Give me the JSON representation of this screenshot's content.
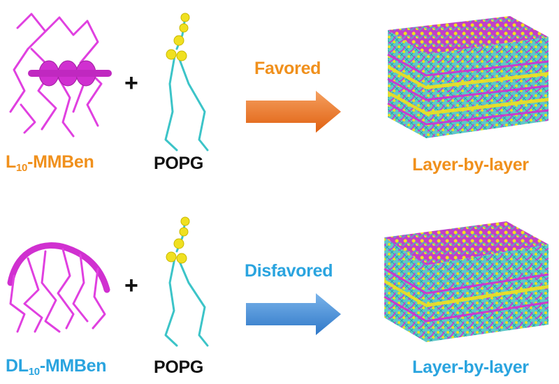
{
  "row1": {
    "peptide": {
      "prefix": "L",
      "subscript": "10",
      "suffix": "-MMBen"
    },
    "plus": "+",
    "lipid": "POPG",
    "arrow_label": "Favored",
    "result": "Layer-by-layer"
  },
  "row2": {
    "peptide": {
      "prefix": "DL",
      "subscript": "10",
      "suffix": "-MMBen"
    },
    "plus": "+",
    "lipid": "POPG",
    "arrow_label": "Disfavored",
    "result": "Layer-by-layer"
  },
  "colors": {
    "peptide": "#e040e0",
    "lipid_tail": "#3cc4c8",
    "lipid_head": "#f0e020",
    "favored": "#f0901c",
    "disfavored": "#2aa4df",
    "arrow_orange": "#ee7a22",
    "arrow_blue": "#4a8fd6"
  }
}
